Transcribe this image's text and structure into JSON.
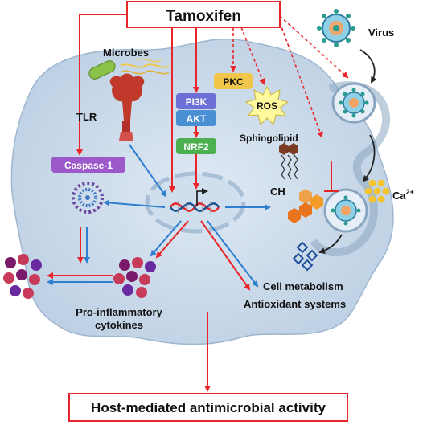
{
  "title": "Tamoxifen",
  "footer": "Host-mediated antimicrobial activity",
  "labels": {
    "virus": "Virus",
    "microbes": "Microbes",
    "tlr": "TLR",
    "caspase": "Caspase-1",
    "pkc": "PKC",
    "pi3k": "PI3K",
    "akt": "AKT",
    "nrf2": "NRF2",
    "ros": "ROS",
    "sphingolipid": "Sphingolipid",
    "ch": "CH",
    "ca": "Ca",
    "ca_sup": "2+",
    "cell_metabolism": "Cell metabolism",
    "antioxidant": "Antioxidant systems",
    "proinflam_1": "Pro-inflammatory",
    "proinflam_2": "cytokines"
  },
  "colors": {
    "red": "#e8262a",
    "blue": "#2f7fd0",
    "cell": "#c9d9ea",
    "pi3k": "#6b6fd6",
    "akt": "#4a8fd4",
    "nrf2": "#4caf50",
    "pkc": "#f0c74a",
    "caspase": "#9b59c9"
  }
}
